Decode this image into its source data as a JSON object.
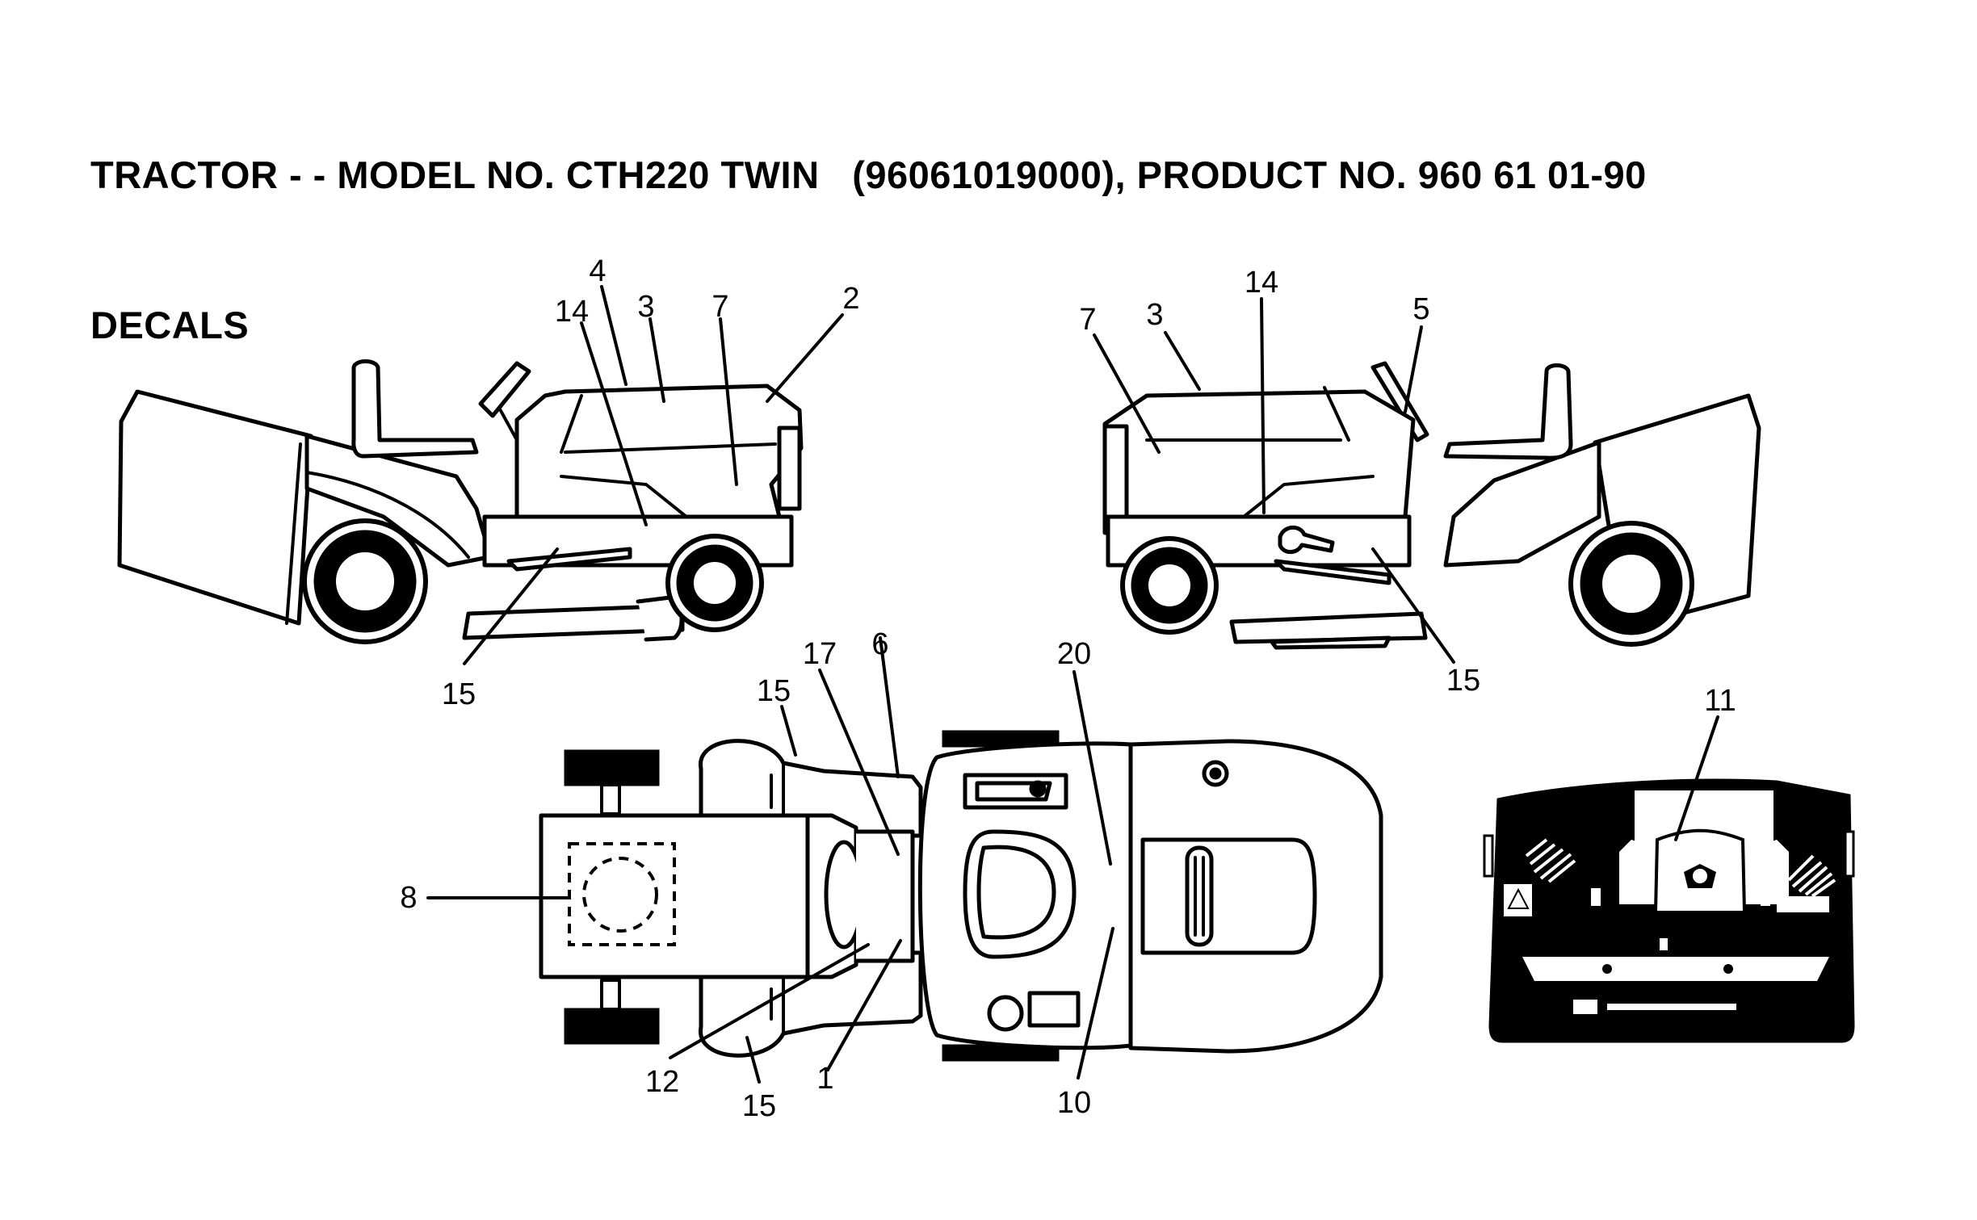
{
  "header": {
    "title_line1": "TRACTOR - - MODEL NO. CTH220 TWIN   (96061019000), PRODUCT NO. 960 61 01-90",
    "title_line2": "DECALS"
  },
  "callouts": {
    "left_view": {
      "c4": "4",
      "c14": "14",
      "c3": "3",
      "c7": "7",
      "c2": "2",
      "c15": "15"
    },
    "right_view": {
      "c7": "7",
      "c3": "3",
      "c14": "14",
      "c5": "5",
      "c15": "15"
    },
    "top_view": {
      "c15a": "15",
      "c17": "17",
      "c6": "6",
      "c20": "20",
      "c8": "8",
      "c12": "12",
      "c15b": "15",
      "c1": "1",
      "c10": "10"
    },
    "panel": {
      "c11": "11"
    }
  }
}
